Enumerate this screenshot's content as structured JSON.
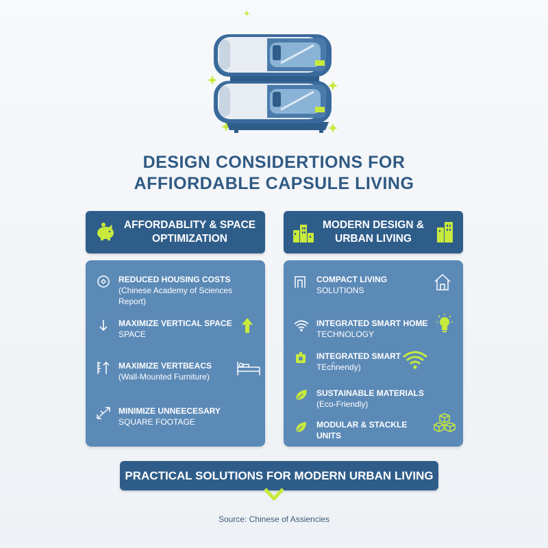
{
  "title": {
    "line1": "DESIGN CONSIDERTIONS FOR",
    "line2": "AFFIORDABLE CAPSULE LIVING"
  },
  "colors": {
    "navy": "#2f5d8a",
    "panel": "#5c8ab7",
    "accent": "#b8e13a",
    "title": "#2f5a83"
  },
  "left": {
    "header": "AFFORDABLITY & SPACE OPTIMIZATION",
    "header_icon": "piggy-bank-icon",
    "items": [
      {
        "line1": "REDUCED HOUSING COSTS",
        "line2": "(Chinese Academy of Sciences Report)",
        "icon": "piggy-coin-icon"
      },
      {
        "line1": "MAXIMIZE VERTICAL SPACE",
        "line2": "SPACE",
        "icon": "arrow-down-icon",
        "right_icon": "arrow-up-icon"
      },
      {
        "line1": "MAXIMIZE VERTBEACS",
        "line2": "(Wall-Mounted Furniture)",
        "icon": "ruler-arrow-icon",
        "right_icon": "bed-icon"
      },
      {
        "line1": "MINIMIZE UNNEECESARY",
        "line2": "SQUARE FOOTAGE",
        "icon": "shrink-arrows-icon"
      }
    ]
  },
  "right": {
    "header": "MODERN DESIGN & URBAN LIVING",
    "header_icon": "city-buildings-icon",
    "items": [
      {
        "line1": "COMPACT LIVING",
        "line2": "SOLUTIONS",
        "icon": "door-frame-icon",
        "right_icon": "house-icon"
      },
      {
        "line1": "INTEGRATED SMART HOME",
        "line2": "TECHNOLOGY",
        "icon": "wifi-icon",
        "right_icon": "lightbulb-icon"
      },
      {
        "line1": "INTEGRATED SMART",
        "line2": "TEcĥnendy)",
        "icon": "smart-device-icon",
        "right_icon": "wifi-large-icon"
      },
      {
        "line1": "SUSTAINABLE MATERIALS",
        "line2": "(Eco-Friendly)",
        "icon": "leaf-icon"
      },
      {
        "line1": "MODULAR & STACKLE UNITS",
        "line2": "",
        "icon": "leaf-small-icon",
        "right_icon": "cubes-icon"
      }
    ]
  },
  "banner": "PRACTICAL SOLUTIONS FOR MODERN URBAN LIVING",
  "source": "Source: Chinese of Assiencies"
}
